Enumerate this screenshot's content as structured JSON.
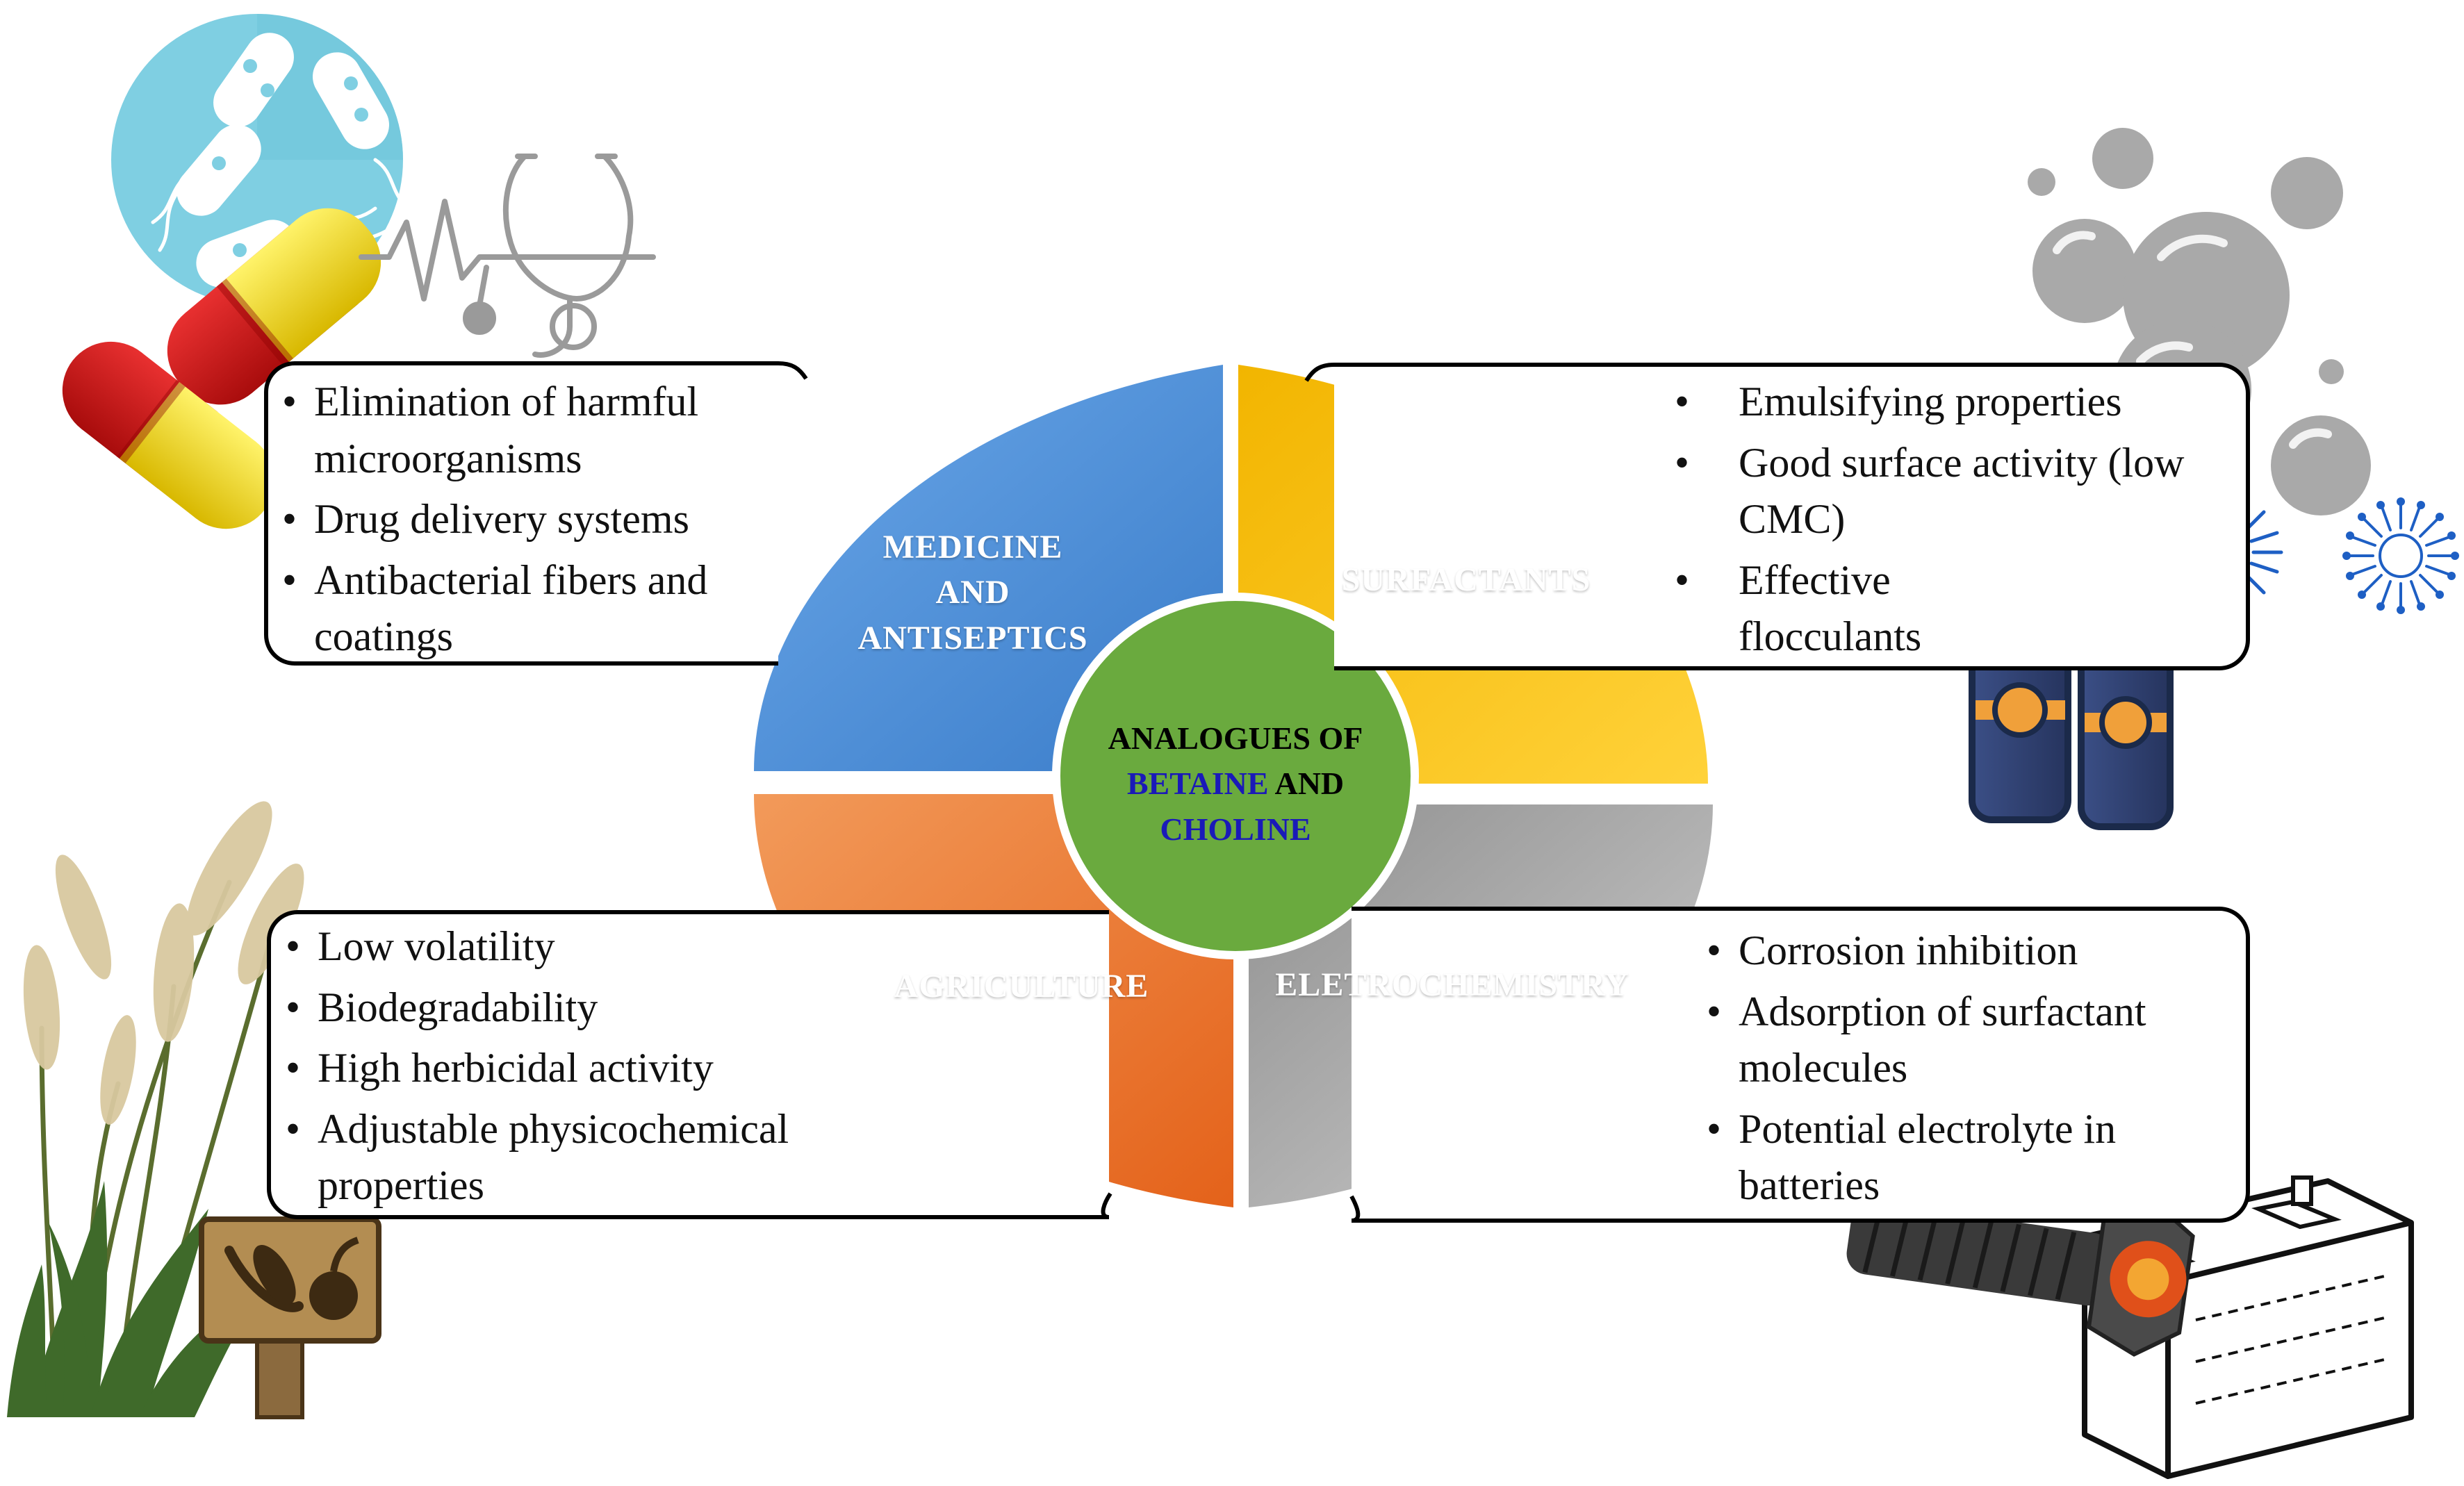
{
  "center": {
    "line1": "ANALOGUES OF",
    "line2_blue": "BETAINE",
    "line2_rest": " AND",
    "line3_blue": "CHOLINE"
  },
  "quadrants": {
    "medicine": {
      "label_line1": "MEDICINE",
      "label_line2": "AND",
      "label_line3": "ANTISEPTICS",
      "color": "#4a90d9"
    },
    "surfactants": {
      "label": "SURFACTANTS",
      "color": "#f5b800"
    },
    "agriculture": {
      "label": "AGRICULTURE",
      "color": "#ee7424"
    },
    "electrochemistry": {
      "label": "ELETROCHEMISTRY",
      "color": "#a3a3a3"
    }
  },
  "boxes": {
    "medicine": [
      "Elimination of harmful microorganisms",
      "Drug delivery systems",
      "Antibacterial fibers and coatings"
    ],
    "surfactants": [
      "Emulsifying properties",
      "Good surface activity (low CMC)",
      "Effective flocculants"
    ],
    "agriculture": [
      "Low volatility",
      "Biodegradability",
      "High herbicidal activity",
      "Adjustable physicochemical properties"
    ],
    "electrochemistry": [
      "Corrosion inhibition",
      "Adsorption of surfactant molecules",
      "Potential electrolyte in batteries"
    ]
  },
  "icons": [
    "bacteria-icon",
    "capsule-icon",
    "stethoscope-icon",
    "bubbles-icon",
    "soap-bottle-icon",
    "wheat-plant-icon",
    "farm-sign-icon",
    "bolt-icon",
    "battery-icon"
  ]
}
